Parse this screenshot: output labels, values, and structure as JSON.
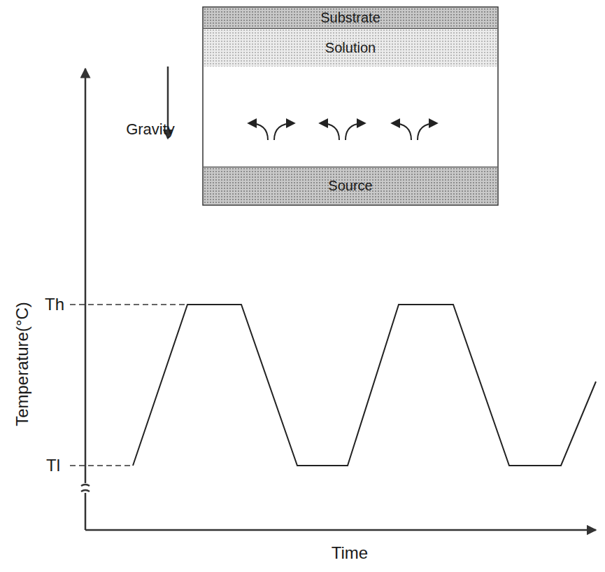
{
  "diagram": {
    "nodes": [
      {
        "text": [
          "Substrate"
        ]
      },
      {
        "text": [
          "Solution"
        ]
      },
      {
        "text": [
          "Source"
        ]
      }
    ],
    "labels": [
      "Gravity",
      "Temperature(°C)",
      "Th",
      "Tl",
      "Time"
    ]
  }
}
